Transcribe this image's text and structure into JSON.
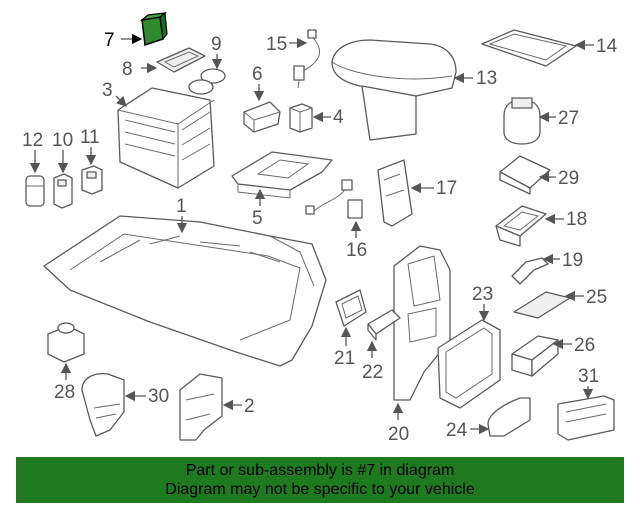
{
  "highlight": {
    "color": "#1f7a1f",
    "part_number": "7"
  },
  "callouts": {
    "c1": "1",
    "c2": "2",
    "c3": "3",
    "c4": "4",
    "c5": "5",
    "c6": "6",
    "c7": "7",
    "c8": "8",
    "c9": "9",
    "c10": "10",
    "c11": "11",
    "c12": "12",
    "c13": "13",
    "c14": "14",
    "c15": "15",
    "c16": "16",
    "c17": "17",
    "c18": "18",
    "c19": "19",
    "c20": "20",
    "c21": "21",
    "c22": "22",
    "c23": "23",
    "c24": "24",
    "c25": "25",
    "c26": "26",
    "c27": "27",
    "c28": "28",
    "c29": "29",
    "c30": "30",
    "c31": "31"
  },
  "banner": {
    "line1": "Part or sub-assembly is #7 in diagram",
    "line2": "Diagram may not be specific to your vehicle"
  }
}
